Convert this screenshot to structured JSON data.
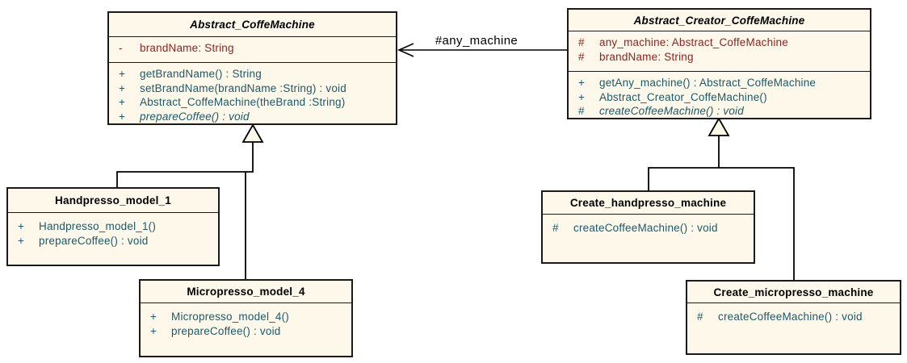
{
  "colors": {
    "canvas": "#ffffff",
    "node_fill": "#fdf8ea",
    "node_border": "#1a1a1a",
    "attribute_text": "#911f1f",
    "operation_text": "#1b5a68",
    "title_text": "#000000",
    "connector": "#000000"
  },
  "association": {
    "label": "#any_machine"
  },
  "classes": [
    {
      "name": "Abstract_CoffeMachine",
      "abstract": true,
      "attributes": [
        {
          "vis": "-",
          "sig": "brandName: String"
        }
      ],
      "operations": [
        {
          "vis": "+",
          "sig": "getBrandName() : String"
        },
        {
          "vis": "+",
          "sig": "setBrandName(brandName :String) : void"
        },
        {
          "vis": "+",
          "sig": "Abstract_CoffeMachine(theBrand :String)"
        },
        {
          "vis": "+",
          "sig": "prepareCoffee() : void"
        }
      ]
    },
    {
      "name": "Abstract_Creator_CoffeMachine",
      "abstract": true,
      "attributes": [
        {
          "vis": "#",
          "sig": "any_machine: Abstract_CoffeMachine"
        },
        {
          "vis": "#",
          "sig": "brandName: String"
        }
      ],
      "operations": [
        {
          "vis": "+",
          "sig": "getAny_machine() : Abstract_CoffeMachine"
        },
        {
          "vis": "+",
          "sig": "Abstract_Creator_CoffeMachine()"
        },
        {
          "vis": "#",
          "sig": "createCoffeeMachine() : void"
        }
      ]
    },
    {
      "name": "Handpresso_model_1",
      "abstract": false,
      "attributes": [],
      "operations": [
        {
          "vis": "+",
          "sig": "Handpresso_model_1()"
        },
        {
          "vis": "+",
          "sig": "prepareCoffee() : void"
        }
      ]
    },
    {
      "name": "Micropresso_model_4",
      "abstract": false,
      "attributes": [],
      "operations": [
        {
          "vis": "+",
          "sig": "Micropresso_model_4()"
        },
        {
          "vis": "+",
          "sig": "prepareCoffee() : void"
        }
      ]
    },
    {
      "name": "Create_handpresso_machine",
      "abstract": false,
      "attributes": [],
      "operations": [
        {
          "vis": "#",
          "sig": "createCoffeeMachine() : void"
        }
      ]
    },
    {
      "name": "Create_micropresso_machine",
      "abstract": false,
      "attributes": [],
      "operations": [
        {
          "vis": "#",
          "sig": "createCoffeeMachine() : void"
        }
      ]
    }
  ]
}
